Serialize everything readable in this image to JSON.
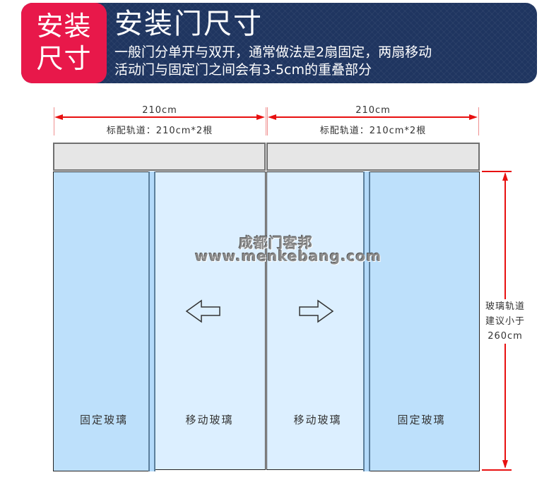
{
  "header": {
    "badge_line1": "安装",
    "badge_line2": "尺寸",
    "title": "安装门尺寸",
    "subtitle_line1": "一般门分单开与双开，通常做法是2扇固定，两扇移动",
    "subtitle_line2": "活动门与固定门之间会有3-5cm的重叠部分",
    "colors": {
      "badge": "#e8184a",
      "banner": "#1f3560",
      "text": "#ffffff"
    }
  },
  "dimensions": {
    "left": {
      "width_label": "210cm",
      "rail_label": "标配轨道：210cm*2根"
    },
    "right": {
      "width_label": "210cm",
      "rail_label": "标配轨道：210cm*2根"
    },
    "height": {
      "line1": "玻璃轨道",
      "line2": "建议小于",
      "line3": "260cm"
    },
    "line_color": "#e81010"
  },
  "panels": [
    {
      "label": "固定玻璃",
      "type": "fixed"
    },
    {
      "label": "移动玻璃",
      "type": "moving",
      "direction": "left-arrow"
    },
    {
      "label": "移动玻璃",
      "type": "moving",
      "direction": "right-arrow"
    },
    {
      "label": "固定玻璃",
      "type": "fixed"
    }
  ],
  "watermark": {
    "line1": "成都门客邦",
    "line2": "www.menkebang.com"
  }
}
